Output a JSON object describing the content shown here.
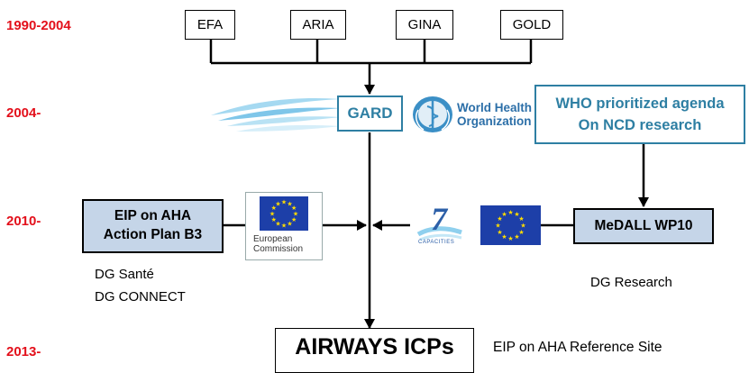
{
  "years": [
    "1990-2004",
    "2004-",
    "2010-",
    "2013-"
  ],
  "top_programs": [
    "EFA",
    "ARIA",
    "GINA",
    "GOLD"
  ],
  "gard_label": "GARD",
  "who_logo": {
    "line1": "World Health",
    "line2": "Organization"
  },
  "who_agenda": {
    "line1": "WHO prioritized agenda",
    "line2": "On NCD research"
  },
  "eip_box": {
    "line1": "EIP on AHA",
    "line2": "Action Plan B3"
  },
  "ec_logo": {
    "line1": "European",
    "line2": "Commission"
  },
  "medall_box": "MeDALL WP10",
  "dg_left": {
    "line1": "DG Santé",
    "line2": "DG CONNECT"
  },
  "dg_right": "DG Research",
  "airways_box": "AIRWAYS ICPs",
  "reference_site": "EIP on AHA Reference Site",
  "fp7": {
    "numeral": "7",
    "caption": "CAPACITIES"
  },
  "colors": {
    "year": "#e3101b",
    "teal": "#2e7fa3",
    "box_fill": "#c5d5e8",
    "eu_blue": "#1d3fa8",
    "eu_star": "#ffdd00"
  },
  "icons": [
    "gard-swoosh-logo",
    "who-emblem-icon",
    "eu-flag-icon",
    "fp7-logo"
  ]
}
